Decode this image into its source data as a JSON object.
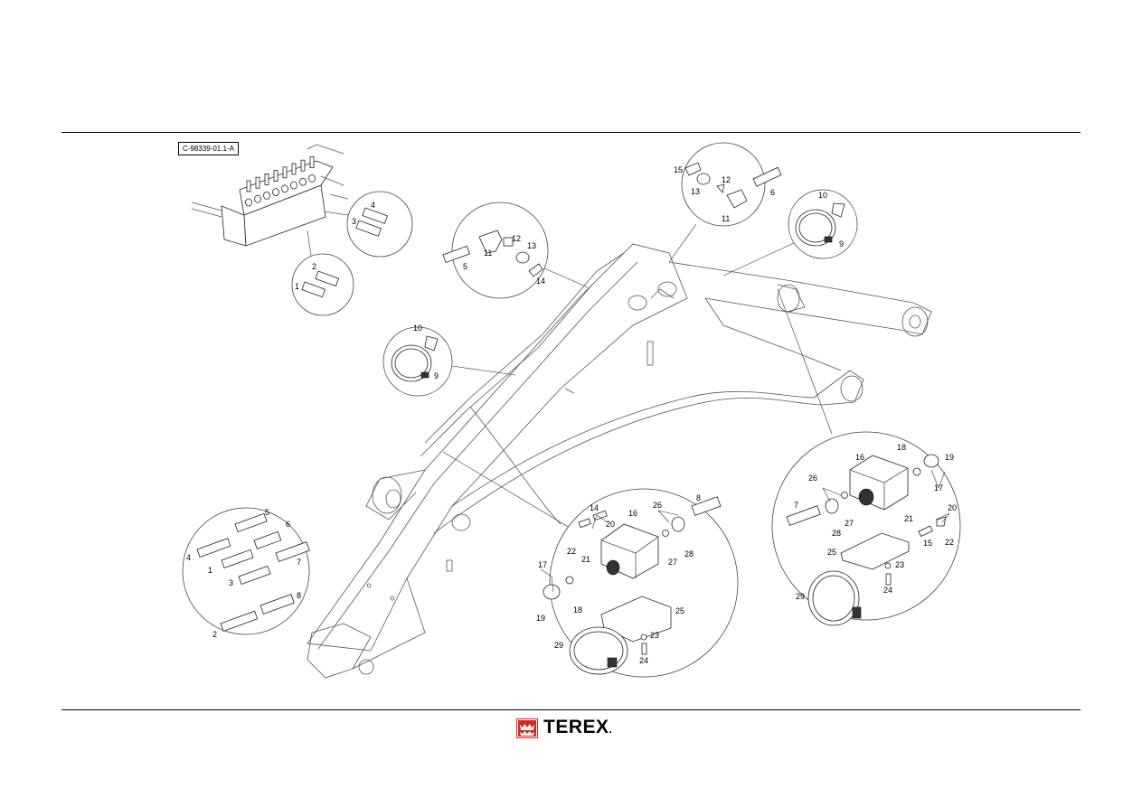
{
  "drawing": {
    "reference_code": "C-98339-01.1-A"
  },
  "brand": {
    "name": "TEREX",
    "registered_mark": ".",
    "colors": {
      "logo_red": "#d9261c",
      "line": "#000000"
    }
  },
  "callouts": {
    "valve_detail": [
      "1",
      "2",
      "3",
      "4"
    ],
    "left_fittings": [
      "5",
      "11",
      "12",
      "13",
      "14"
    ],
    "top_fittings": [
      "15",
      "12",
      "13",
      "11",
      "6"
    ],
    "clamp_upper_right": [
      "10",
      "9"
    ],
    "clamp_left": [
      "10",
      "9"
    ],
    "hoses_lower_left": [
      "5",
      "6",
      "4",
      "1",
      "7",
      "3",
      "8",
      "2"
    ],
    "block_center": [
      "14",
      "16",
      "26",
      "8",
      "20",
      "22",
      "21",
      "27",
      "28",
      "17",
      "18",
      "19",
      "25",
      "23",
      "29",
      "24"
    ],
    "block_right": [
      "16",
      "18",
      "19",
      "26",
      "17",
      "7",
      "27",
      "28",
      "21",
      "20",
      "15",
      "22",
      "25",
      "23",
      "24",
      "29"
    ]
  }
}
